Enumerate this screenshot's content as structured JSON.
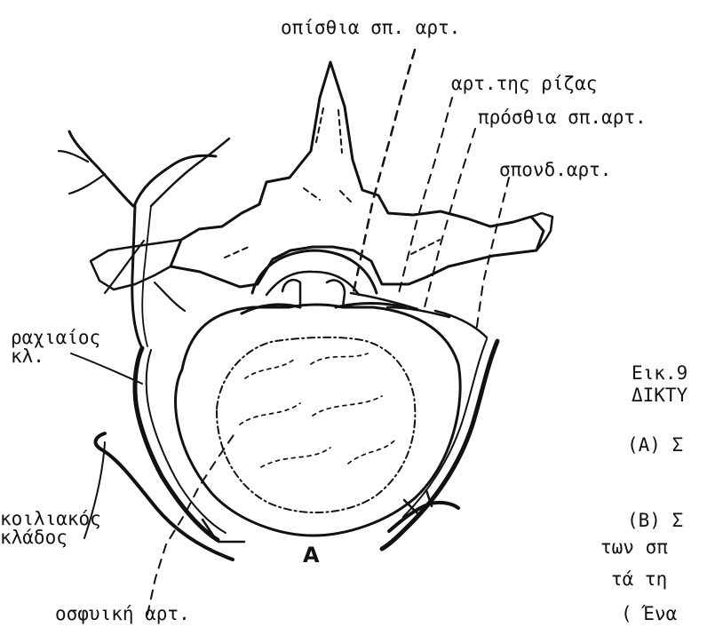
{
  "labels": {
    "posterior_spinal_artery": "οπίσθια σπ. αρτ.",
    "root_artery": "αρτ.της ρίζας",
    "anterior_spinal_artery": "πρόσθια σπ.αρτ.",
    "vertebral_body_artery": "σπονδ.αρτ.",
    "spinal_branch": "ραχιαίος\nκλ.",
    "celiac_branch": "κοιλιακός\nκλάδος",
    "lumbar_artery": "οσφυική αρτ.",
    "panel_letter": "A"
  },
  "side_caption": {
    "line1": "Εικ.9",
    "line2": "ΔΙΚΤΥ",
    "line3": "(A) Σ",
    "line4": "(B) Σ",
    "line5": "των σπ",
    "line6": "τά τη",
    "line7": "( Ένα"
  },
  "colors": {
    "ink": "#111111",
    "paper": "#ffffff"
  }
}
